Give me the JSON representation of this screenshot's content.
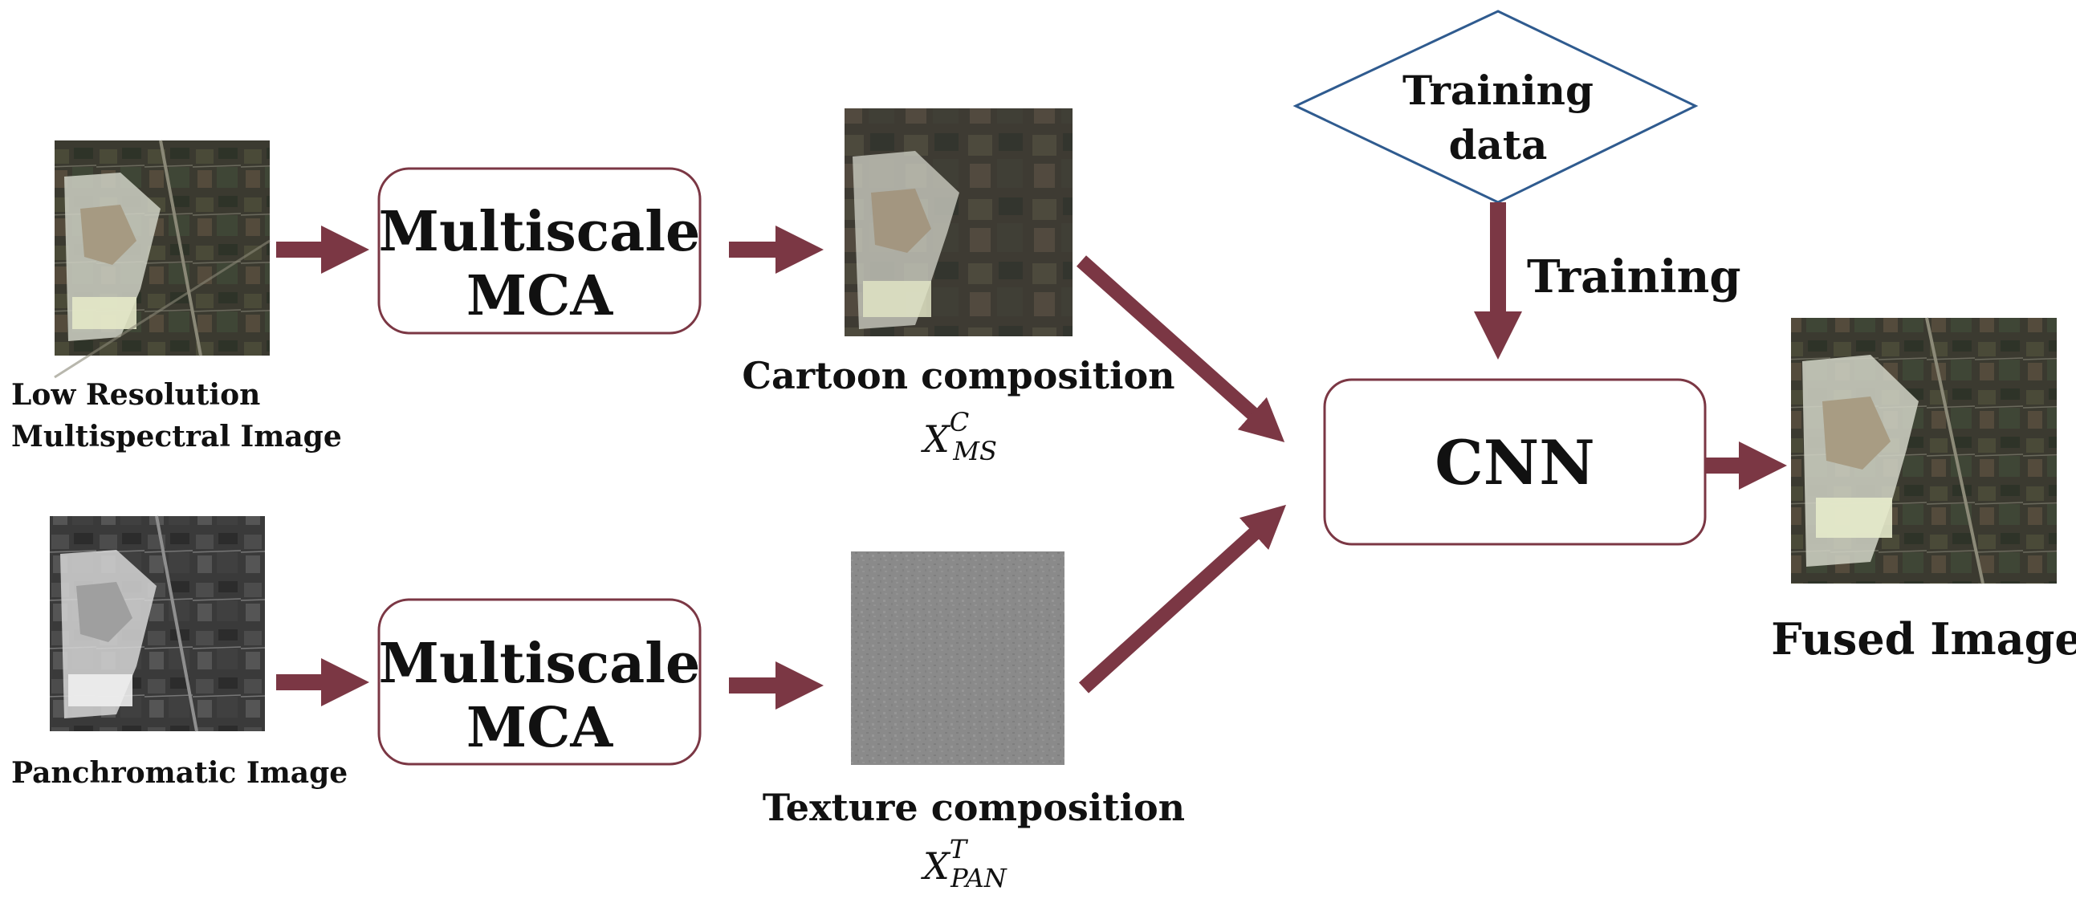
{
  "images": {
    "lrms": {
      "icon": "satellite-photo-color",
      "label_line1": "Low Resolution",
      "label_line2": "Multispectral Image"
    },
    "pan": {
      "icon": "satellite-photo-grayscale",
      "label": "Panchromatic Image"
    },
    "cartoon": {
      "icon": "satellite-photo-smoothed",
      "label": "Cartoon composition",
      "symbol_base": "X",
      "symbol_sup": "C",
      "symbol_sub": "MS"
    },
    "texture": {
      "icon": "texture-gray-noise",
      "label": "Texture composition",
      "symbol_base": "X",
      "symbol_sup": "T",
      "symbol_sub": "PAN"
    },
    "fused": {
      "icon": "satellite-photo-fused",
      "label": "Fused Image"
    }
  },
  "blocks": {
    "mca_top": {
      "line1": "Multiscale",
      "line2": "MCA"
    },
    "mca_bottom": {
      "line1": "Multiscale",
      "line2": "MCA"
    },
    "cnn": {
      "label": "CNN"
    },
    "training_data": {
      "line1": "Training",
      "line2": "data"
    }
  },
  "edges": {
    "training_label": "Training"
  },
  "colors": {
    "arrow": "#7b3744",
    "box_border": "#7b3744",
    "diamond_border": "#2f5b8f",
    "text": "#111111"
  }
}
